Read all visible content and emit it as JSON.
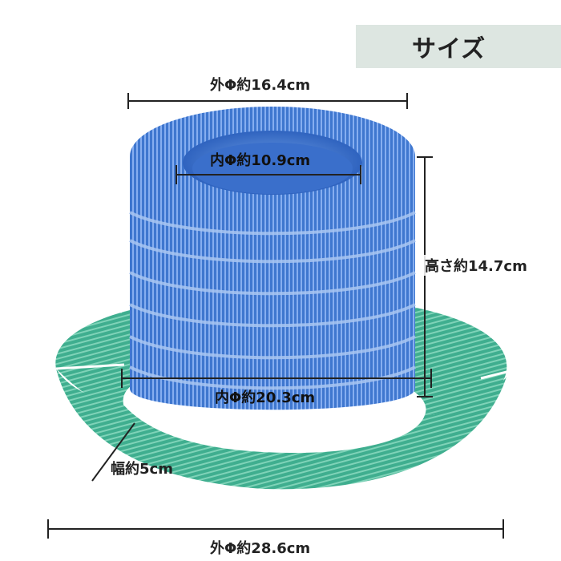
{
  "title": "サイズ",
  "labels": {
    "outer_top": "外Φ約16.4cm",
    "inner_top": "内Φ約10.9cm",
    "height": "高さ約14.7cm",
    "inner_bottom": "内Φ約20.3cm",
    "width": "幅約5cm",
    "outer_bottom": "外Φ約28.6cm"
  },
  "colors": {
    "title_bg": "#dde6e1",
    "filter_blue": "#4a7fd4",
    "pad_green": "#3fae8f"
  }
}
